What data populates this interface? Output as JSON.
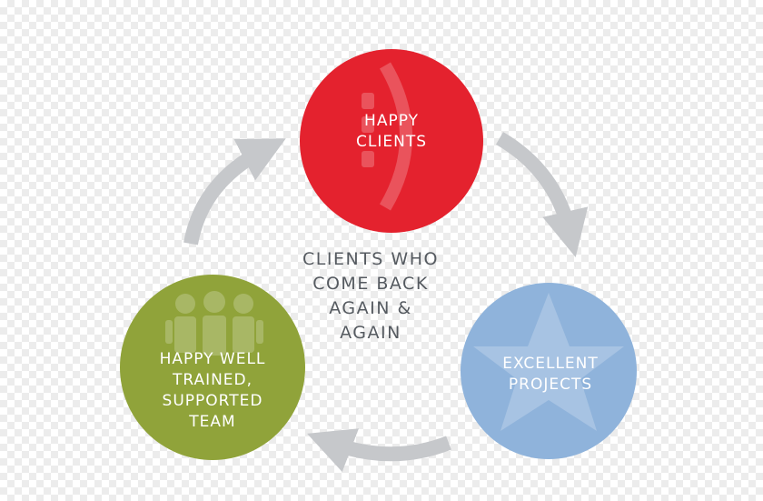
{
  "colors": {
    "happy_clients": "#e4222e",
    "excellent_projects": "#8fb3db",
    "team": "#90a33a",
    "arrow": "#c6c8cb",
    "center_text": "#555a60"
  },
  "nodes": {
    "happy_clients": {
      "line1": "HAPPY",
      "line2": "CLIENTS",
      "icon": "smiley-icon"
    },
    "excellent_projects": {
      "line1": "EXCELLENT",
      "line2": "PROJECTS",
      "icon": "star-icon"
    },
    "team": {
      "line1": "HAPPY WELL",
      "line2": "TRAINED,",
      "line3": "SUPPORTED",
      "line4": "TEAM",
      "icon": "team-people-icon"
    }
  },
  "center": {
    "line1": "CLIENTS WHO",
    "line2": "COME BACK",
    "line3": "AGAIN &",
    "line4": "AGAIN"
  }
}
